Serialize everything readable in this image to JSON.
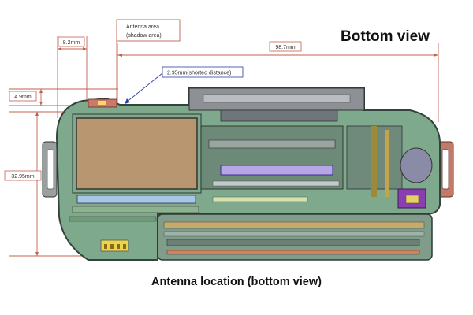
{
  "view_title": "Bottom view",
  "caption": "Antenna location (bottom view)",
  "callouts": {
    "antenna_area_line1": "Antenna area",
    "antenna_area_line2": "(shadow area)",
    "shorted_distance": "2.95mm(shorted distance)"
  },
  "dimensions": {
    "d_8_2": "8.2mm",
    "d_98_7": "98.7mm",
    "d_4_9": "4.9mm",
    "d_32_95": "32.95mm"
  },
  "colors": {
    "body_green": "#7fa98d",
    "body_outline": "#35433a",
    "battery": "#b89670",
    "strap_lug": "#c27a6b",
    "lens_mount_gray": "#8d9196",
    "dimension_line": "#c0614f",
    "callout_blue": "#2c3fa8",
    "purple_part": "#8a3fb0"
  }
}
